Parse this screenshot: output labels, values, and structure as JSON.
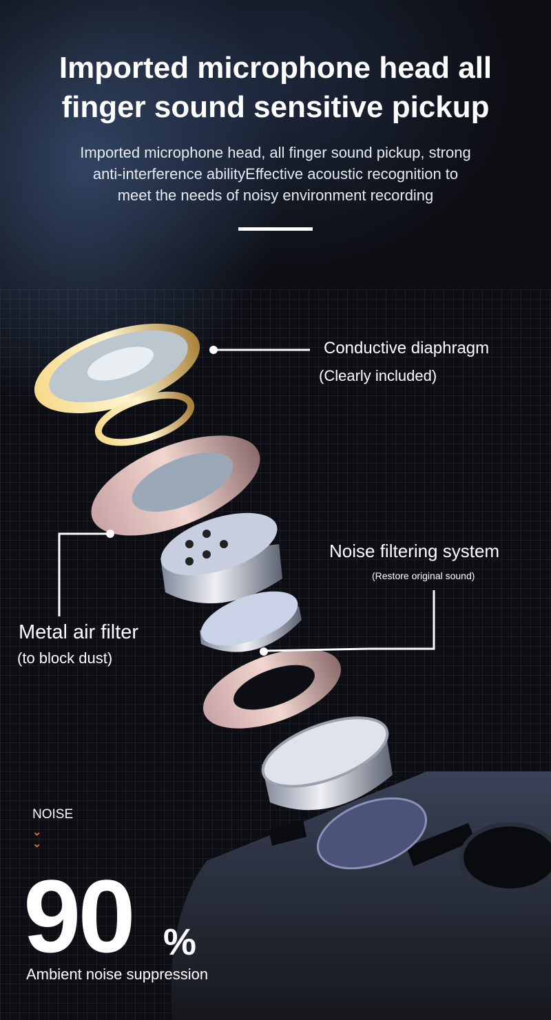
{
  "header": {
    "title_line1": "Imported microphone head all",
    "title_line2": "finger sound sensitive pickup",
    "subtitle_line1": "Imported microphone head, all finger sound pickup, strong",
    "subtitle_line2": "anti-interference abilityEffective acoustic recognition to",
    "subtitle_line3": "meet the needs of noisy environment recording"
  },
  "callouts": {
    "diaphragm": {
      "title": "Conductive diaphragm",
      "note": "(Clearly included)"
    },
    "filter": {
      "title": "Noise filtering system",
      "note": "(Restore original sound)"
    },
    "metal": {
      "title": "Metal air filter",
      "note": "(to block dust)"
    }
  },
  "stats": {
    "label": "NOISE",
    "chevron": "⌄",
    "value": "90",
    "unit": "%",
    "caption": "Ambient noise suppression"
  },
  "colors": {
    "accent": "#e2683c",
    "background": "#0c0e13"
  }
}
